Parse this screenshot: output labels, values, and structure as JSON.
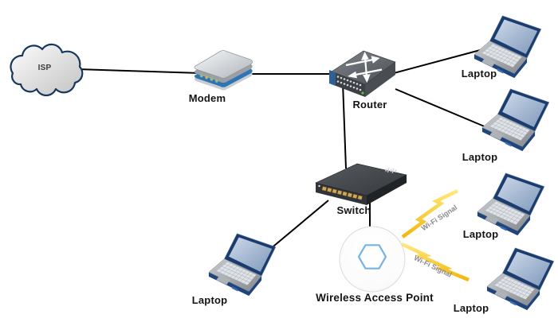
{
  "nodes": {
    "isp": {
      "label": "ISP",
      "type": "cloud"
    },
    "modem": {
      "label": "Modem",
      "type": "modem"
    },
    "router": {
      "label": "Router",
      "type": "router"
    },
    "switch": {
      "label": "Switch",
      "type": "switch"
    },
    "wap": {
      "label": "Wireless Access Point",
      "type": "access-point"
    },
    "laptop_router_top": {
      "label": "Laptop",
      "type": "laptop"
    },
    "laptop_router_bottom": {
      "label": "Laptop",
      "type": "laptop"
    },
    "laptop_wifi_top": {
      "label": "Laptop",
      "type": "laptop"
    },
    "laptop_wifi_bottom": {
      "label": "Laptop",
      "type": "laptop"
    },
    "laptop_switch": {
      "label": "Laptop",
      "type": "laptop"
    }
  },
  "wifi_links": {
    "upper": {
      "label": "Wi-Fi Signal"
    },
    "lower": {
      "label": "Wi-Fi Signal"
    }
  },
  "edges": [
    {
      "from": "isp",
      "to": "modem",
      "type": "wired"
    },
    {
      "from": "modem",
      "to": "router",
      "type": "wired"
    },
    {
      "from": "router",
      "to": "laptop_router_top",
      "type": "wired"
    },
    {
      "from": "router",
      "to": "laptop_router_bottom",
      "type": "wired"
    },
    {
      "from": "router",
      "to": "switch",
      "type": "wired"
    },
    {
      "from": "switch",
      "to": "laptop_switch",
      "type": "wired"
    },
    {
      "from": "switch",
      "to": "wap",
      "type": "wired"
    },
    {
      "from": "wap",
      "to": "laptop_wifi_top",
      "type": "wireless"
    },
    {
      "from": "wap",
      "to": "laptop_wifi_bottom",
      "type": "wireless"
    }
  ],
  "colors": {
    "background": "#ffffff",
    "line": "#000000",
    "bolt_yellow": "#F5BC14",
    "wifi_text": "#8a8a8a",
    "label_text": "#141414",
    "cloud_stroke": "#16365c",
    "modem_blue_stripe": "#2e75b6",
    "hexagon_blue": "#74b2e8",
    "switch_port_yellow": "#d2a855"
  }
}
